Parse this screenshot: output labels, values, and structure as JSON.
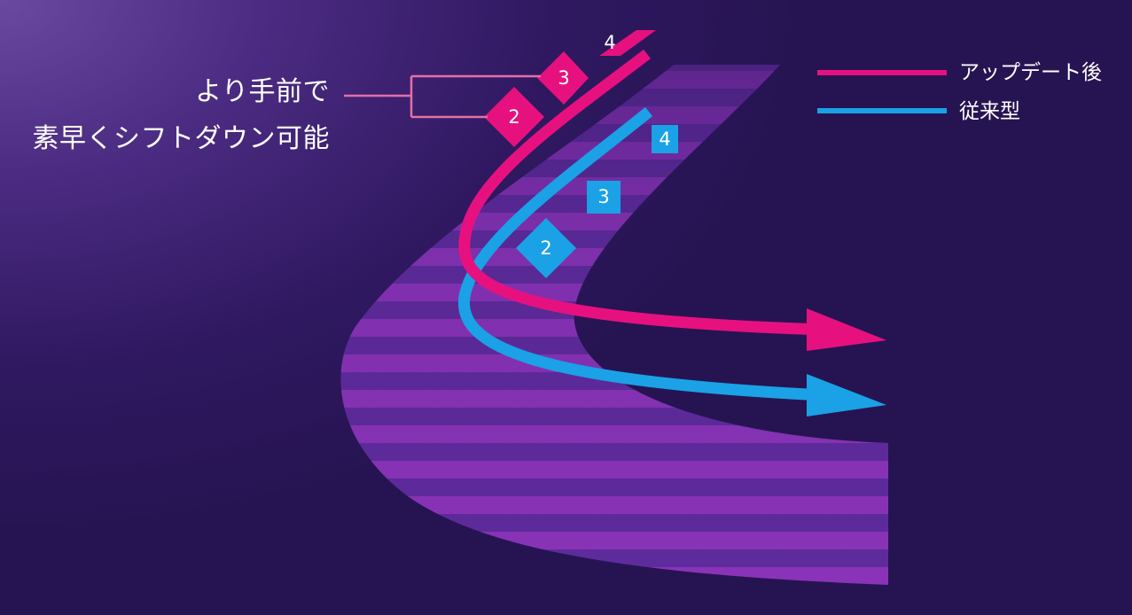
{
  "callout": {
    "line1": "より手前で",
    "line2": "素早くシフトダウン可能"
  },
  "legend": {
    "updated_label": "アップデート後",
    "conventional_label": "従来型"
  },
  "gears": {
    "updated": [
      "2",
      "3",
      "4"
    ],
    "conventional": [
      "2",
      "3",
      "4"
    ]
  },
  "colors": {
    "updated": "#e6117f",
    "conventional": "#1ba1e6",
    "bracket": "#e56fa8",
    "road_light": "#8a33b8",
    "road_dark": "#5c2a9a"
  }
}
